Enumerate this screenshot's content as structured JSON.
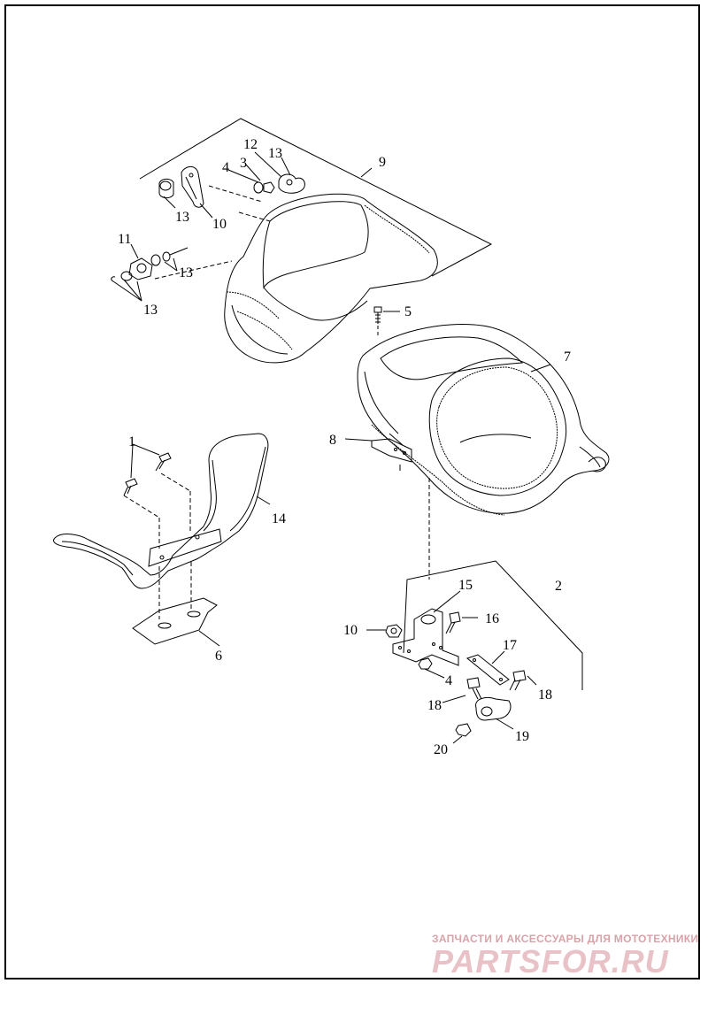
{
  "callouts": {
    "c1": "1",
    "c2": "2",
    "c3": "3",
    "c4a": "4",
    "c4b": "4",
    "c5": "5",
    "c6": "6",
    "c7": "7",
    "c8": "8",
    "c9": "9",
    "c10a": "10",
    "c10b": "10",
    "c11": "11",
    "c12": "12",
    "c13a": "13",
    "c13b": "13",
    "c13c": "13",
    "c13d": "13",
    "c14": "14",
    "c15": "15",
    "c16": "16",
    "c17": "17",
    "c18a": "18",
    "c18b": "18",
    "c19": "19",
    "c20": "20"
  },
  "watermark": {
    "caption": "ЗАПЧАСТИ И АКСЕССУАРЫ ДЛЯ МОТОТЕХНИКИ",
    "logo": "PARTSFOR.RU"
  },
  "colors": {
    "line": "#000000",
    "watermark": "#e0a8ae"
  }
}
